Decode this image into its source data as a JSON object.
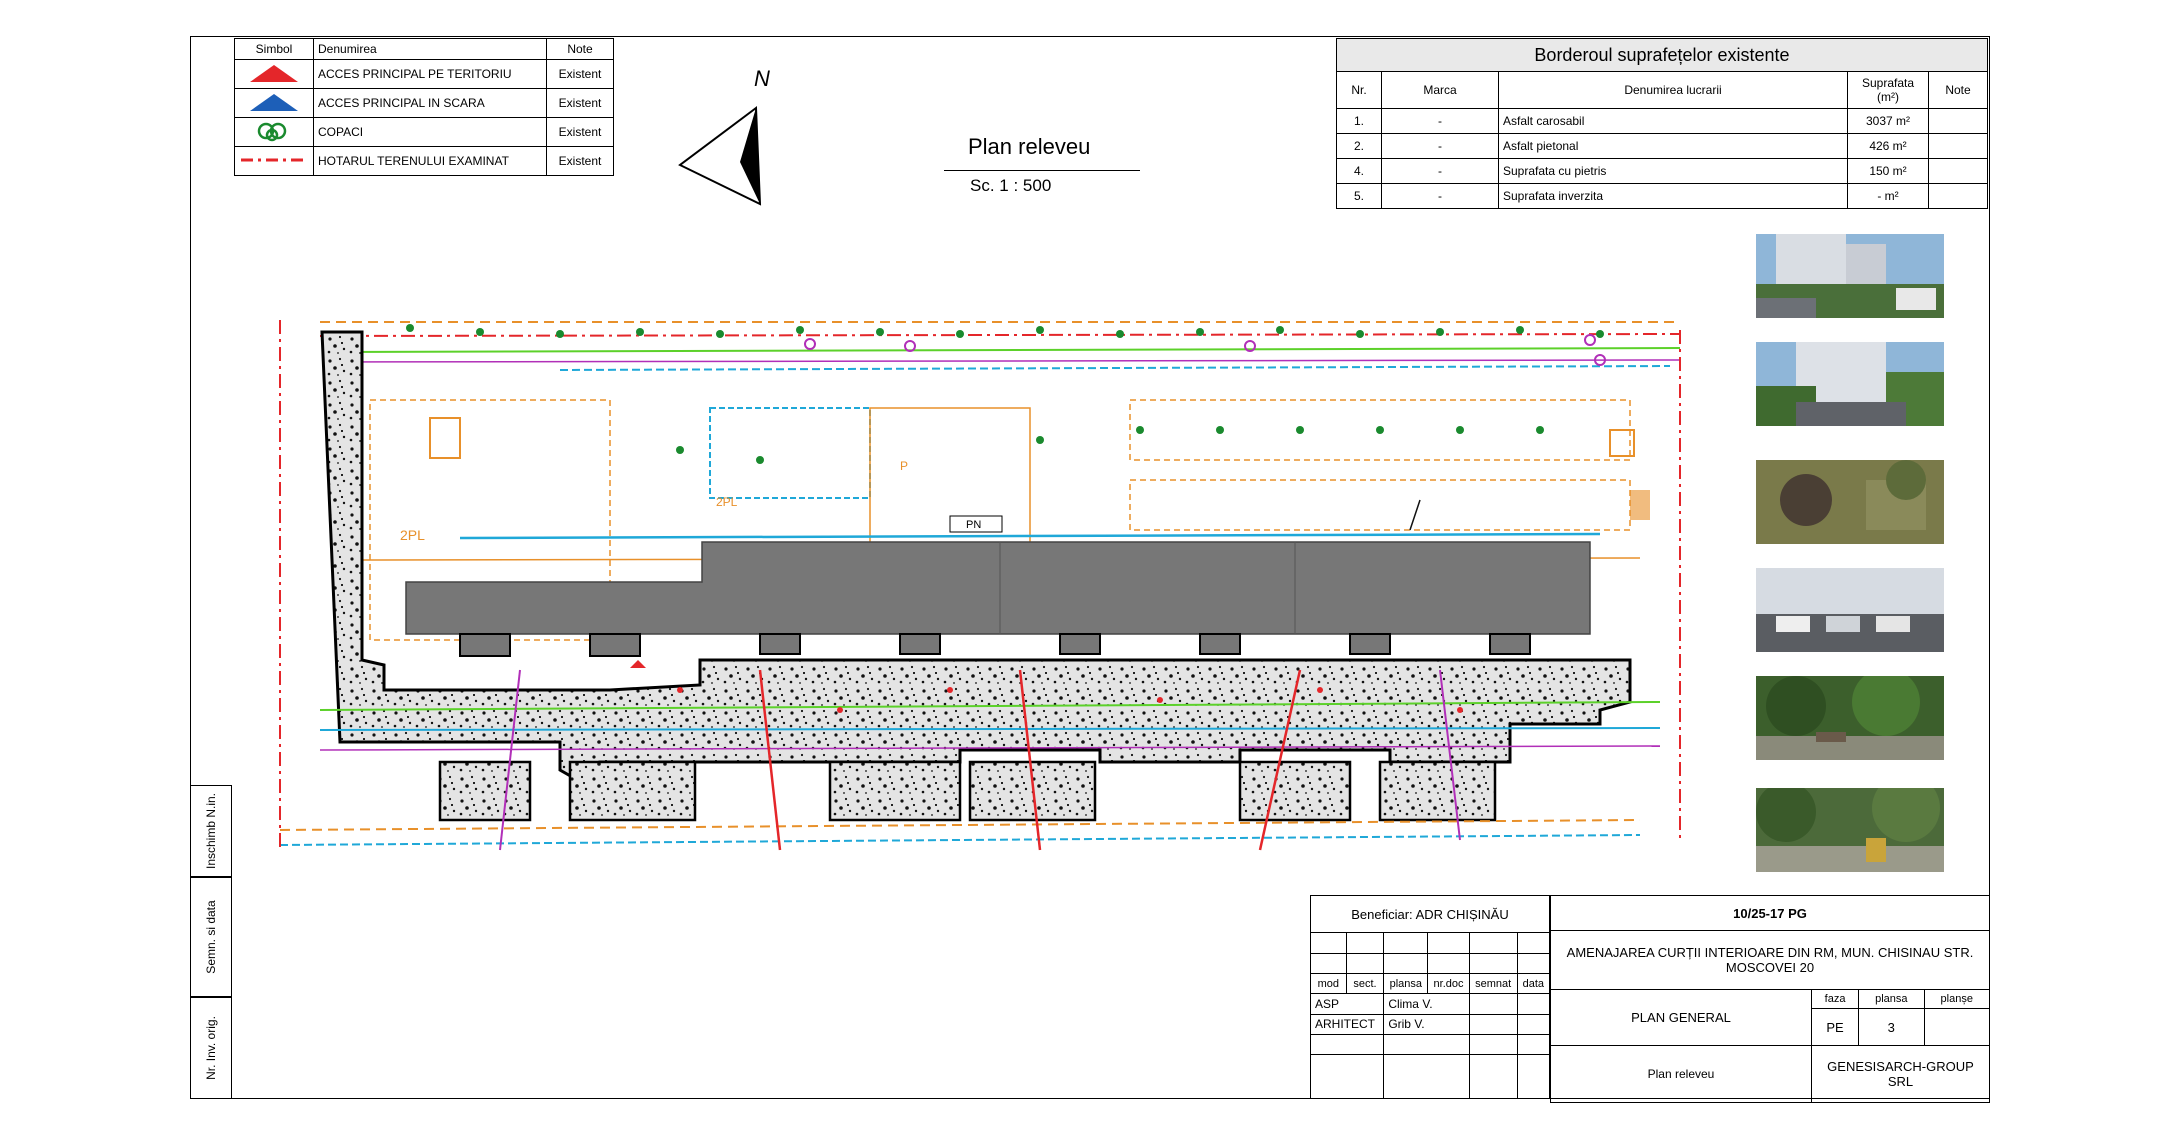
{
  "legend": {
    "headers": [
      "Simbol",
      "Denumirea",
      "Note"
    ],
    "rows": [
      {
        "icon": "red-triangle-icon",
        "label": "ACCES PRINCIPAL PE TERITORIU",
        "note": "Existent"
      },
      {
        "icon": "blue-triangle-icon",
        "label": "ACCES PRINCIPAL IN SCARA",
        "note": "Existent"
      },
      {
        "icon": "tree-icon",
        "label": "COPACI",
        "note": "Existent"
      },
      {
        "icon": "boundary-line-icon",
        "label": "HOTARUL TERENULUI EXAMINAT",
        "note": "Existent"
      }
    ]
  },
  "north": {
    "label": "N"
  },
  "plan_title": {
    "title": "Plan releveu",
    "scale": "Sc. 1 : 500"
  },
  "borderou": {
    "title": "Borderoul suprafețelor existente",
    "headers": [
      "Nr.",
      "Marca",
      "Denumirea lucrarii",
      "Suprafata (m²)",
      "Note"
    ],
    "rows": [
      {
        "nr": "1.",
        "marca": "-",
        "name": "Asfalt carosabil",
        "area": "3037 m²",
        "note": ""
      },
      {
        "nr": "2.",
        "marca": "-",
        "name": "Asfalt pietonal",
        "area": "426 m²",
        "note": ""
      },
      {
        "nr": "4.",
        "marca": "-",
        "name": "Suprafata cu pietris",
        "area": "150 m²",
        "note": ""
      },
      {
        "nr": "5.",
        "marca": "-",
        "name": "Suprafata inverzita",
        "area": "- m²",
        "note": ""
      }
    ]
  },
  "side_stamp": [
    "Inschimb N.in.",
    "Semn. si data",
    "Nr. Inv. orig."
  ],
  "drawing_labels": {
    "pl2": "2PL",
    "p": "P",
    "pn": "PN",
    "pl2b": "2PL"
  },
  "title_block": {
    "beneficiar": "Beneficiar: ADR CHIȘINĂU",
    "project_no": "10/25-17 PG",
    "project_name": "AMENAJAREA CURȚII INTERIOARE DIN RM, MUN. CHISINAU  STR. MOSCOVEI 20",
    "mod_headers": [
      "mod",
      "sect.",
      "plansa",
      "nr.doc",
      "semnat",
      "data"
    ],
    "roles": [
      {
        "role": "ASP",
        "name": "Clima V."
      },
      {
        "role": "ARHITECT",
        "name": "Grib V."
      }
    ],
    "sheet_title": "PLAN GENERAL",
    "sheet_subtitle": "Plan releveu",
    "faza_label": "faza",
    "faza": "PE",
    "plansa_label": "plansa",
    "plansa": "3",
    "planse_label": "planșe",
    "planse": "",
    "company": "GENESISARCH-GROUP SRL"
  },
  "colors": {
    "red": "#e4262a",
    "blue": "#1d5fb8",
    "green": "#1a8a2e",
    "building": "#777777",
    "orange": "#e8902a",
    "magenta": "#b12fb8",
    "cyan": "#1fa8d8",
    "lime": "#5cd12a"
  }
}
